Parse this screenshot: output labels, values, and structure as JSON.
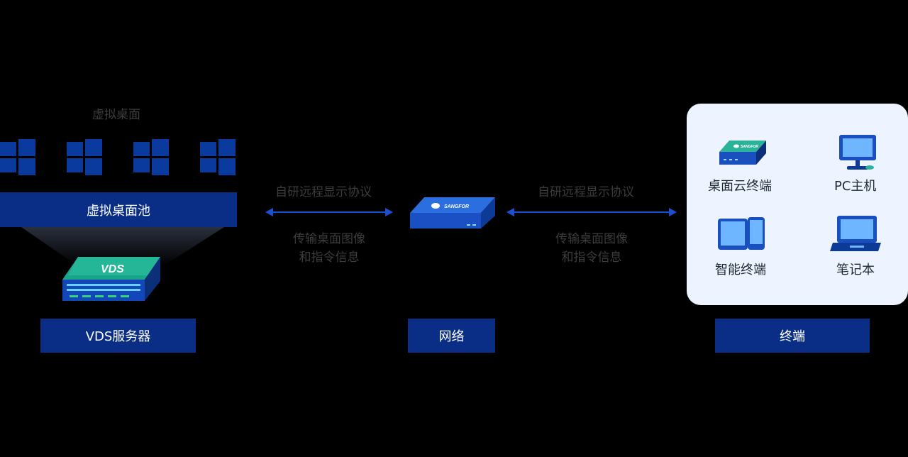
{
  "left": {
    "desktops_title": "虚拟桌面",
    "pool_label": "虚拟桌面池",
    "server_label": "VDS服务器",
    "server_badge": "VDS",
    "windows_icons": [
      "windows-icon",
      "windows-icon",
      "windows-icon",
      "windows-icon"
    ]
  },
  "link_left": {
    "protocol": "自研远程显示协议",
    "desc_line1": "传输桌面图像",
    "desc_line2": "和指令信息"
  },
  "network": {
    "label": "网络",
    "device_brand": "SANGFOR"
  },
  "link_right": {
    "protocol": "自研远程显示协议",
    "desc_line1": "传输桌面图像",
    "desc_line2": "和指令信息"
  },
  "terminals": {
    "label": "终端",
    "items": [
      {
        "name": "桌面云终端",
        "icon": "thin-client-icon"
      },
      {
        "name": "PC主机",
        "icon": "pc-monitor-icon"
      },
      {
        "name": "智能终端",
        "icon": "tablet-phone-icon"
      },
      {
        "name": "笔记本",
        "icon": "laptop-icon"
      }
    ],
    "brand": "SANGFOR"
  },
  "colors": {
    "accent": "#0a2e86",
    "window_blue": "#0b3a9e",
    "arrow": "#1d4fd0",
    "card_bg": "#eef4ff"
  }
}
